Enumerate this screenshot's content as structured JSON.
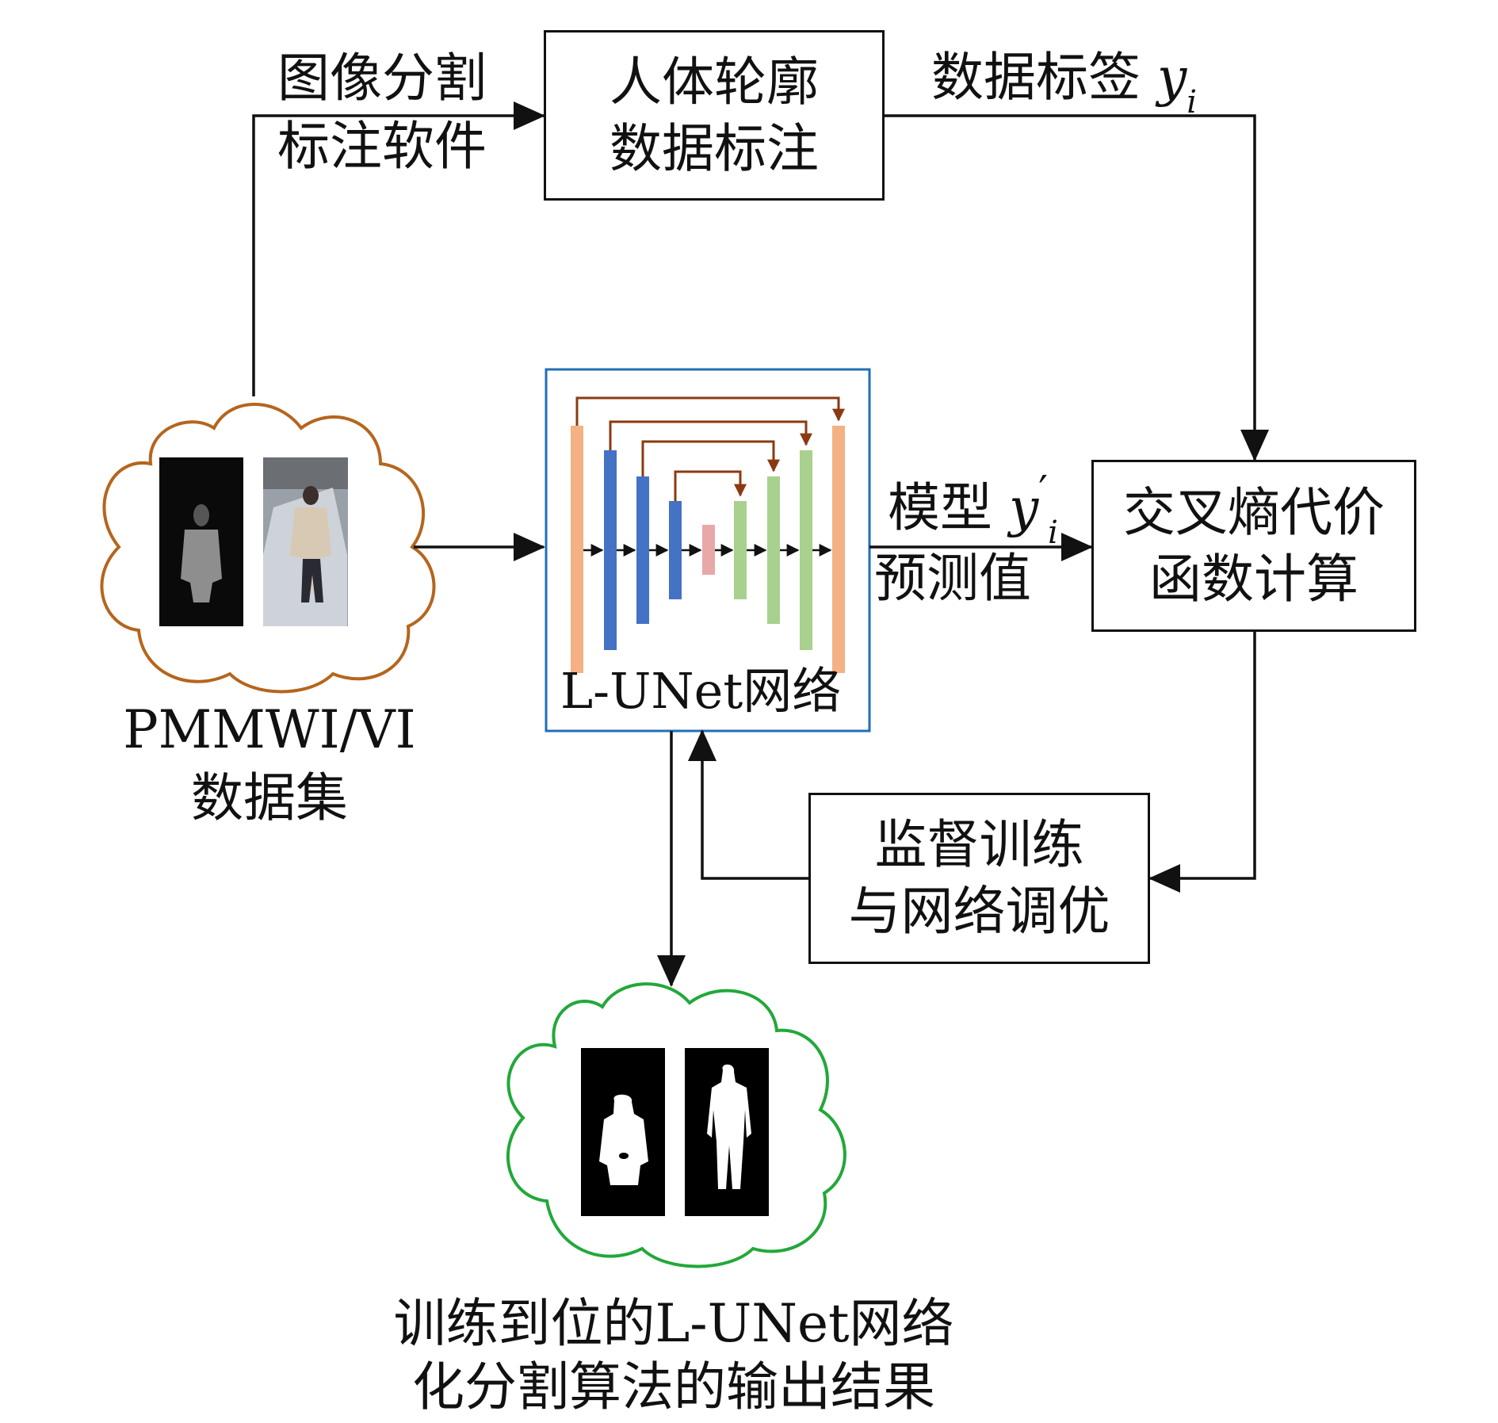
{
  "labels": {
    "annotation_software": [
      "图像分割",
      "标注软件"
    ],
    "data_label_text": "数据标签",
    "data_label_var": "y",
    "data_label_sub": "i",
    "model_text": "模型",
    "model_var": "y",
    "model_sup": "′",
    "model_sub": "i",
    "prediction_text": "预测值",
    "dataset": [
      "PMMWI/VI",
      "数据集"
    ],
    "network_caption": "L-UNet网络",
    "output_caption": [
      "训练到位的L-UNet网络",
      "化分割算法的输出结果"
    ]
  },
  "boxes": {
    "contour_annotation": [
      "人体轮廓",
      "数据标注"
    ],
    "cross_entropy": [
      "交叉熵代价",
      "函数计算"
    ],
    "supervised_training": [
      "监督训练",
      "与网络调优"
    ]
  },
  "colors": {
    "input_cloud": "#b5651d",
    "output_cloud": "#22a83a",
    "network_border": "#1f6fb5",
    "skip_arrow": "#8b3a0f",
    "orange_layer": "#f4b183",
    "blue_layer": "#4472c4",
    "pink_layer": "#e8a8a8",
    "green_layer": "#a9d18e"
  }
}
